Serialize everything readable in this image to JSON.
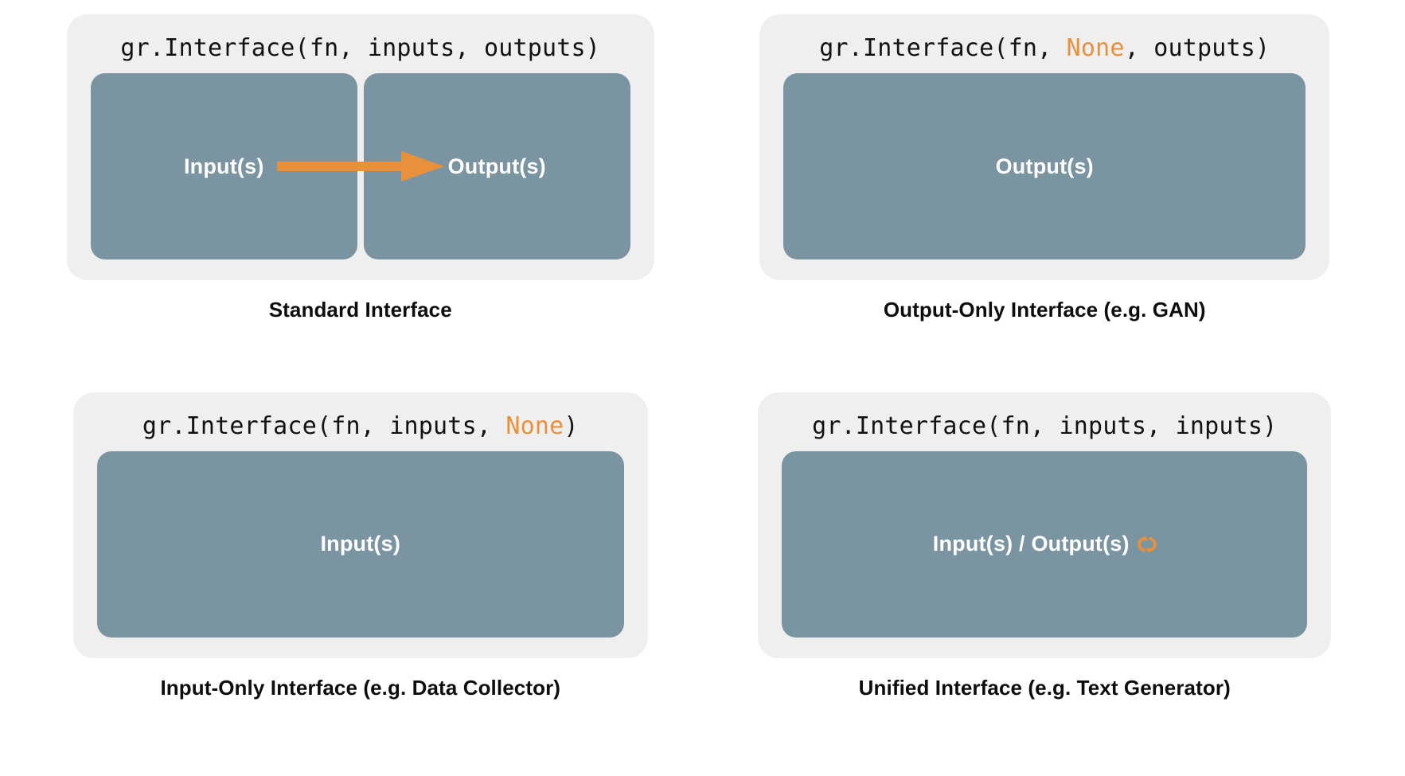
{
  "theme": {
    "background": "#ffffff",
    "panel_fill": "#efefef",
    "box_fill": "#7b94a1",
    "accent_orange": "#e8913a",
    "text_dark": "#0d0d0d",
    "text_on_box": "#ffffff"
  },
  "panels": [
    {
      "id": "standard",
      "signature": {
        "prefix": "gr.Interface(fn, inputs, outputs)",
        "parts": [
          {
            "text": "gr.Interface(fn, inputs, outputs)",
            "highlight": false
          }
        ]
      },
      "boxes": [
        {
          "label": "Input(s)"
        },
        {
          "label": "Output(s)"
        }
      ],
      "arrow": {
        "present": true,
        "direction": "left-to-right",
        "color": "#e8913a"
      },
      "caption": "Standard Interface"
    },
    {
      "id": "output-only",
      "signature": {
        "parts": [
          {
            "text": "gr.Interface(fn, ",
            "highlight": false
          },
          {
            "text": "None",
            "highlight": true
          },
          {
            "text": ", outputs)",
            "highlight": false
          }
        ]
      },
      "boxes": [
        {
          "label": "Output(s)"
        }
      ],
      "arrow": {
        "present": false
      },
      "caption": "Output-Only Interface (e.g. GAN)"
    },
    {
      "id": "input-only",
      "signature": {
        "parts": [
          {
            "text": "gr.Interface(fn, inputs, ",
            "highlight": false
          },
          {
            "text": "None",
            "highlight": true
          },
          {
            "text": ")",
            "highlight": false
          }
        ]
      },
      "boxes": [
        {
          "label": "Input(s)"
        }
      ],
      "arrow": {
        "present": false
      },
      "caption": "Input-Only Interface (e.g. Data Collector)"
    },
    {
      "id": "unified",
      "signature": {
        "parts": [
          {
            "text": "gr.Interface(fn, inputs, inputs)",
            "highlight": false
          }
        ]
      },
      "boxes": [
        {
          "label": "Input(s) / Output(s)",
          "icon": "cycle-arrows-icon"
        }
      ],
      "arrow": {
        "present": false
      },
      "caption": "Unified Interface (e.g. Text Generator)"
    }
  ],
  "strings": {
    "sig_standard_full": "gr.Interface(fn, inputs, outputs)",
    "sig_output_a": "gr.Interface(fn, ",
    "sig_output_none": "None",
    "sig_output_b": ", outputs)",
    "sig_input_a": "gr.Interface(fn, inputs, ",
    "sig_input_none": "None",
    "sig_input_b": ")",
    "sig_unified_full": "gr.Interface(fn, inputs, inputs)",
    "label_inputs": "Input(s)",
    "label_outputs": "Output(s)",
    "label_unified": "Input(s) / Output(s)",
    "caption_standard": "Standard Interface",
    "caption_output_only": "Output-Only Interface (e.g. GAN)",
    "caption_input_only": "Input-Only Interface (e.g. Data Collector)",
    "caption_unified": "Unified Interface (e.g. Text Generator)"
  }
}
